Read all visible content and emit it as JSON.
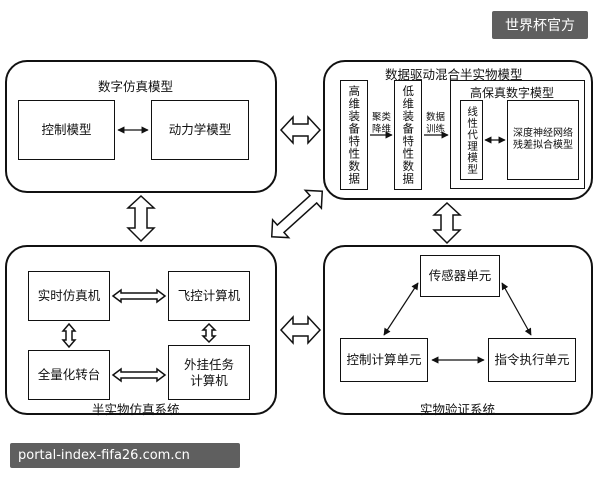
{
  "watermark": "世界杯官方",
  "url": "portal-index-fifa26.com.cn",
  "digital": {
    "title": "数字仿真模型",
    "control": "控制模型",
    "dynamics": "动力学模型"
  },
  "hybrid": {
    "title": "数据驱动混合半实物模型",
    "high_data": "高维装备特性数据",
    "reduce_label": "聚类降维",
    "low_data": "低维装备特性数据",
    "train_label": "数据训练",
    "hifi_title": "高保真数字模型",
    "linear": "线性代理模型",
    "deep": "深度神经网络残差拟合模型"
  },
  "semi": {
    "title": "半实物仿真系统",
    "rt_sim": "实时仿真机",
    "fc": "飞控计算机",
    "turntable": "全量化转台",
    "mission_l1": "外挂任务",
    "mission_l2": "计算机"
  },
  "physical": {
    "title": "实物验证系统",
    "sensor": "传感器单元",
    "ctrl_unit": "控制计算单元",
    "exec_unit": "指令执行单元"
  }
}
